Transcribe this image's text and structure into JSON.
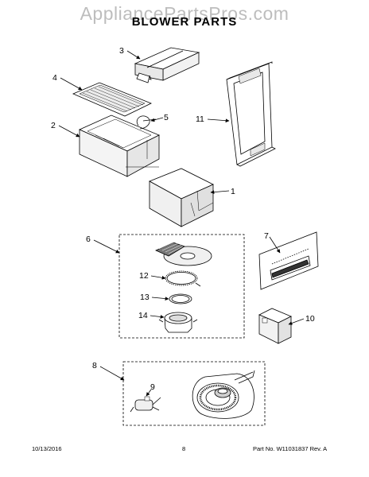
{
  "watermark": "AppliancePartsPros.com",
  "title": "BLOWER PARTS",
  "callouts": {
    "c1": "1",
    "c2": "2",
    "c3": "3",
    "c4": "4",
    "c5": "5",
    "c6": "6",
    "c7": "7",
    "c8": "8",
    "c9": "9",
    "c10": "10",
    "c11": "11",
    "c12": "12",
    "c13": "13",
    "c14": "14"
  },
  "footer": {
    "date": "10/13/2016",
    "page": "8",
    "part": "Part No. W11031837  Rev. A"
  },
  "colors": {
    "line": "#000000",
    "watermark": "#bdbdbd",
    "shade": "#d9d9d9"
  }
}
